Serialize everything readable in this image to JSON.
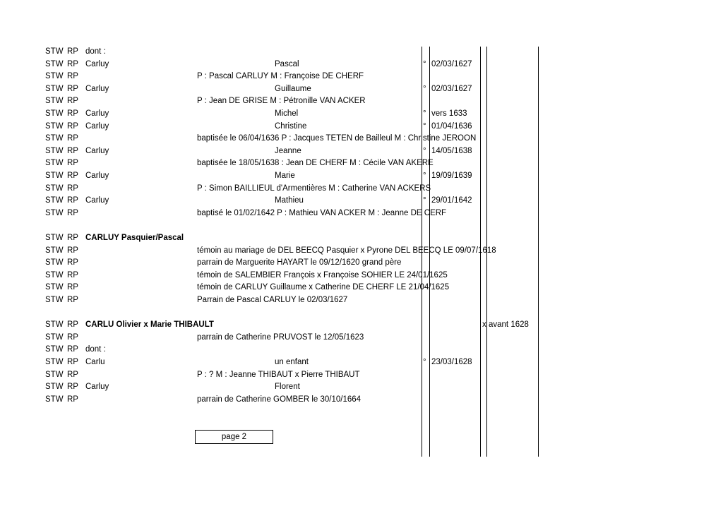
{
  "rows": [
    {
      "src": "STW",
      "rp": "RP",
      "name": "dont :",
      "bold": false,
      "first": "",
      "info": "",
      "bap": "",
      "d1": "",
      "mar": "",
      "d2": ""
    },
    {
      "src": "STW",
      "rp": "RP",
      "name": "Carluy",
      "bold": false,
      "first": "Pascal",
      "info": "",
      "bap": "°",
      "d1": "02/03/1627",
      "mar": "",
      "d2": ""
    },
    {
      "src": "STW",
      "rp": "RP",
      "name": "",
      "bold": false,
      "first": "",
      "info": "P : Pascal CARLUY M : Françoise DE CHERF",
      "bap": "",
      "d1": "",
      "mar": "",
      "d2": ""
    },
    {
      "src": "STW",
      "rp": "RP",
      "name": "Carluy",
      "bold": false,
      "first": "Guillaume",
      "info": "",
      "bap": "°",
      "d1": "02/03/1627",
      "mar": "",
      "d2": ""
    },
    {
      "src": "STW",
      "rp": "RP",
      "name": "",
      "bold": false,
      "first": "",
      "info": "P : Jean DE GRISE M : Pétronille VAN ACKER",
      "bap": "",
      "d1": "",
      "mar": "",
      "d2": ""
    },
    {
      "src": "STW",
      "rp": "RP",
      "name": "Carluy",
      "bold": false,
      "first": "Michel",
      "info": "",
      "bap": "°",
      "d1": "vers 1633",
      "mar": "",
      "d2": ""
    },
    {
      "src": "STW",
      "rp": "RP",
      "name": "Carluy",
      "bold": false,
      "first": "Christine",
      "info": "",
      "bap": "°",
      "d1": "01/04/1636",
      "mar": "",
      "d2": ""
    },
    {
      "src": "STW",
      "rp": "RP",
      "name": "",
      "bold": false,
      "first": "",
      "info": "baptisée le 06/04/1636 P : Jacques TETEN de Bailleul M : Christine JEROON",
      "bap": "",
      "d1": "",
      "mar": "",
      "d2": ""
    },
    {
      "src": "STW",
      "rp": "RP",
      "name": "Carluy",
      "bold": false,
      "first": "Jeanne",
      "info": "",
      "bap": "°",
      "d1": "14/05/1638",
      "mar": "",
      "d2": ""
    },
    {
      "src": "STW",
      "rp": "RP",
      "name": "",
      "bold": false,
      "first": "",
      "info": "baptisée le 18/05/1638 : Jean DE CHERF M : Cécile VAN AKERE",
      "bap": "",
      "d1": "",
      "mar": "",
      "d2": ""
    },
    {
      "src": "STW",
      "rp": "RP",
      "name": "Carluy",
      "bold": false,
      "first": "Marie",
      "info": "",
      "bap": "°",
      "d1": "19/09/1639",
      "mar": "",
      "d2": ""
    },
    {
      "src": "STW",
      "rp": "RP",
      "name": "",
      "bold": false,
      "first": "",
      "info": "P : Simon BAILLIEUL d'Armentières M : Catherine VAN ACKERS",
      "bap": "",
      "d1": "",
      "mar": "",
      "d2": ""
    },
    {
      "src": "STW",
      "rp": "RP",
      "name": "Carluy",
      "bold": false,
      "first": "Mathieu",
      "info": "",
      "bap": "°",
      "d1": "29/01/1642",
      "mar": "",
      "d2": ""
    },
    {
      "src": "STW",
      "rp": "RP",
      "name": "",
      "bold": false,
      "first": "",
      "info": "baptisé le 01/02/1642 P : Mathieu VAN ACKER M : Jeanne DE CERF",
      "bap": "",
      "d1": "",
      "mar": "",
      "d2": ""
    },
    {
      "src": "",
      "rp": "",
      "name": "",
      "bold": false,
      "first": "",
      "info": "",
      "bap": "",
      "d1": "",
      "mar": "",
      "d2": ""
    },
    {
      "src": "STW",
      "rp": "RP",
      "name": "CARLUY Pasquier/Pascal",
      "bold": true,
      "first": "",
      "info": "",
      "bap": "",
      "d1": "",
      "mar": "",
      "d2": ""
    },
    {
      "src": "STW",
      "rp": "RP",
      "name": "",
      "bold": false,
      "first": "",
      "info": "témoin au mariage de DEL BEECQ Pasquier x Pyrone DEL BEECQ LE 09/07/1618",
      "bap": "",
      "d1": "",
      "mar": "",
      "d2": ""
    },
    {
      "src": "STW",
      "rp": "RP",
      "name": "",
      "bold": false,
      "first": "",
      "info": "parrain de Marguerite HAYART le 09/12/1620 grand père",
      "bap": "",
      "d1": "",
      "mar": "",
      "d2": ""
    },
    {
      "src": "STW",
      "rp": "RP",
      "name": "",
      "bold": false,
      "first": "",
      "info": "témoin de SALEMBIER François x Françoise SOHIER LE 24/01/1625",
      "bap": "",
      "d1": "",
      "mar": "",
      "d2": ""
    },
    {
      "src": "STW",
      "rp": "RP",
      "name": "",
      "bold": false,
      "first": "",
      "info": "témoin de CARLUY Guillaume x Catherine DE CHERF LE 21/04/1625",
      "bap": "",
      "d1": "",
      "mar": "",
      "d2": ""
    },
    {
      "src": "STW",
      "rp": "RP",
      "name": "",
      "bold": false,
      "first": "",
      "info": "Parrain de Pascal CARLUY le 02/03/1627",
      "bap": "",
      "d1": "",
      "mar": "",
      "d2": ""
    },
    {
      "src": "",
      "rp": "",
      "name": "",
      "bold": false,
      "first": "",
      "info": "",
      "bap": "",
      "d1": "",
      "mar": "",
      "d2": ""
    },
    {
      "src": "STW",
      "rp": "RP",
      "name": "CARLU Olivier x Marie THIBAULT",
      "bold": true,
      "first": "",
      "info": "",
      "bap": "",
      "d1": "",
      "mar": "x",
      "d2": "avant 1628"
    },
    {
      "src": "STW",
      "rp": "RP",
      "name": "",
      "bold": false,
      "first": "",
      "info": "parrain de Catherine PRUVOST le 12/05/1623",
      "bap": "",
      "d1": "",
      "mar": "",
      "d2": ""
    },
    {
      "src": "STW",
      "rp": "RP",
      "name": "dont :",
      "bold": false,
      "first": "",
      "info": "",
      "bap": "",
      "d1": "",
      "mar": "",
      "d2": ""
    },
    {
      "src": "STW",
      "rp": "RP",
      "name": "Carlu",
      "bold": false,
      "first": "un enfant",
      "info": "",
      "bap": "°",
      "d1": "23/03/1628",
      "mar": "",
      "d2": ""
    },
    {
      "src": "STW",
      "rp": "RP",
      "name": "",
      "bold": false,
      "first": "",
      "info": "P : ? M : Jeanne THIBAUT x Pierre THIBAUT",
      "bap": "",
      "d1": "",
      "mar": "",
      "d2": ""
    },
    {
      "src": "STW",
      "rp": "RP",
      "name": "Carluy",
      "bold": false,
      "first": "Florent",
      "info": "",
      "bap": "",
      "d1": "",
      "mar": "",
      "d2": ""
    },
    {
      "src": "STW",
      "rp": "RP",
      "name": "",
      "bold": false,
      "first": "",
      "info": "parrain de Catherine GOMBER le 30/10/1664",
      "bap": "",
      "d1": "",
      "mar": "",
      "d2": ""
    }
  ],
  "footer": {
    "page_label": "page 2"
  }
}
